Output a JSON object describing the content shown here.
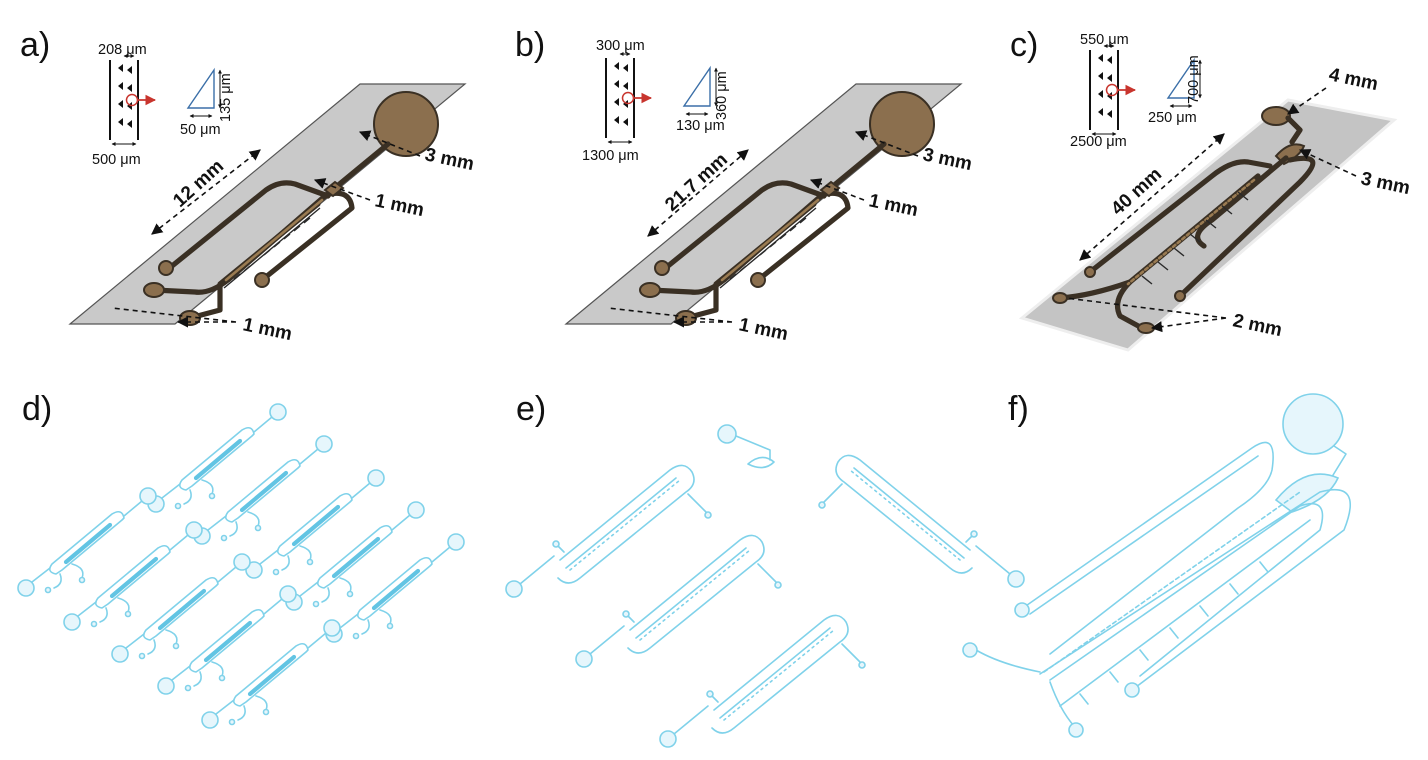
{
  "panels": {
    "a": {
      "label": "a)",
      "inset": {
        "gap": "208 μm",
        "width": "500 μm",
        "pillar_base": "50 μm",
        "pillar_height": "135 μm"
      },
      "annotations": {
        "length": "12 mm",
        "outlet": "3 mm",
        "junction": "1 mm",
        "inlets": "1 mm"
      }
    },
    "b": {
      "label": "b)",
      "inset": {
        "gap": "300 μm",
        "width": "1300 μm",
        "pillar_base": "130 μm",
        "pillar_height": "360 μm"
      },
      "annotations": {
        "length": "21.7 mm",
        "outlet": "3 mm",
        "junction": "1 mm",
        "inlets": "1 mm"
      }
    },
    "c": {
      "label": "c)",
      "inset": {
        "gap": "550 μm",
        "width": "2500 μm",
        "pillar_base": "250 μm",
        "pillar_height": "700 μm"
      },
      "annotations": {
        "length": "40 mm",
        "outlet_top": "4 mm",
        "junction": "3 mm",
        "inlets": "2 mm"
      }
    },
    "d": {
      "label": "d)"
    },
    "e": {
      "label": "e)"
    },
    "f": {
      "label": "f)"
    }
  },
  "colors": {
    "device_fill": "#c9c9c9",
    "channel_dark": "#3a3024",
    "channel_brown": "#9a7b52",
    "port_brown": "#8b6f4e",
    "blueprint": "#80d2ea",
    "arrow_red": "#c8352e"
  }
}
